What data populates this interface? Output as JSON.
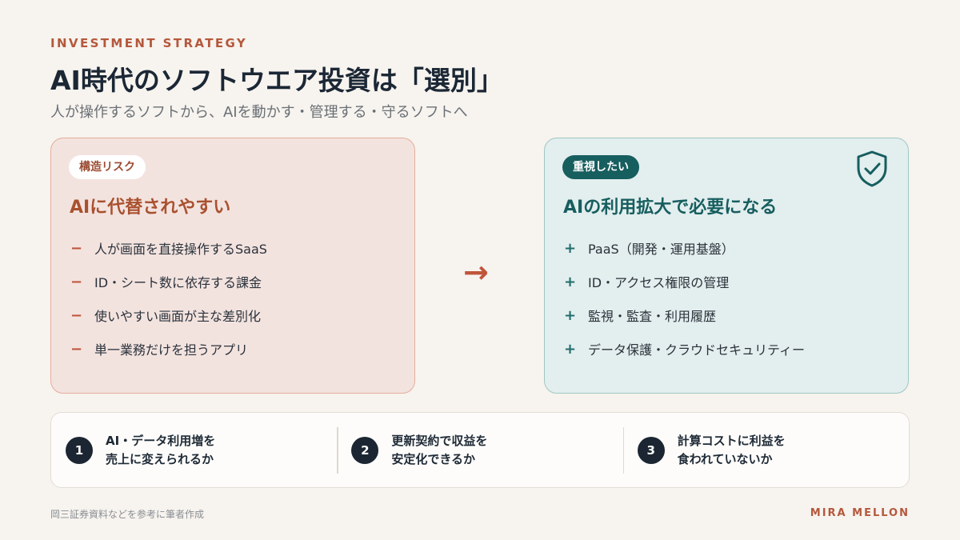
{
  "header": {
    "eyebrow": "INVESTMENT STRATEGY",
    "title": "AI時代のソフトウエア投資は「選別」",
    "subtitle": "人が操作するソフトから、AIを動かす・管理する・守るソフトへ"
  },
  "left_card": {
    "chip": "構造リスク",
    "heading": "AIに代替されやすい",
    "bullet_mark": "−",
    "items": [
      "人が画面を直接操作するSaaS",
      "ID・シート数に依存する課金",
      "使いやすい画面が主な差別化",
      "単一業務だけを担うアプリ"
    ]
  },
  "arrow": "→",
  "right_card": {
    "chip": "重視したい",
    "heading": "AIの利用拡大で必要になる",
    "icon": "shield-check-icon",
    "bullet_mark": "+",
    "items": [
      "PaaS（開発・運用基盤）",
      "ID・アクセス権限の管理",
      "監視・監査・利用履歴",
      "データ保護・クラウドセキュリティー"
    ]
  },
  "checkpoints": [
    {
      "number": "1",
      "line1": "AI・データ利用増を",
      "line2": "売上に変えられるか"
    },
    {
      "number": "2",
      "line1": "更新契約で収益を",
      "line2": "安定化できるか"
    },
    {
      "number": "3",
      "line1": "計算コストに利益を",
      "line2": "食われていないか"
    }
  ],
  "footer": {
    "source": "岡三証券資料などを参考に筆者作成",
    "brand": "MIRA MELLON"
  },
  "colors": {
    "accent_rust": "#c0553a",
    "accent_teal": "#175e5f",
    "navy": "#1c2633",
    "background": "#f7f3ee"
  }
}
